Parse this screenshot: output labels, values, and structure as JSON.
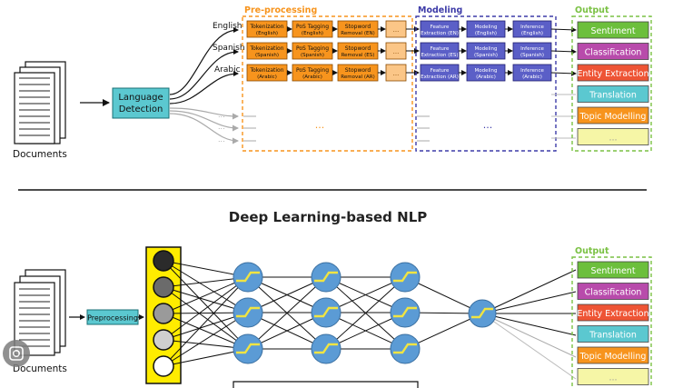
{
  "top": {
    "documents_label": "Documents",
    "language_detection": [
      "Language",
      "Detection"
    ],
    "languages": [
      "English",
      "Spanish",
      "Arabic"
    ],
    "preprocessing_title": "Pre-processing",
    "modeling_title": "Modeling",
    "output_title": "Output",
    "preprocessing_rows": [
      [
        [
          "Tokenization",
          "(English)"
        ],
        [
          "PoS Tagging",
          "(English)"
        ],
        [
          "Stopword",
          "Removal (EN)"
        ],
        [
          "..."
        ]
      ],
      [
        [
          "Tokenization",
          "(Spanish)"
        ],
        [
          "PoS Tagging",
          "(Spanish)"
        ],
        [
          "Stopword",
          "Removal (ES)"
        ],
        [
          "..."
        ]
      ],
      [
        [
          "Tokenization",
          "(Arabic)"
        ],
        [
          "PoS Tagging",
          "(Arabic)"
        ],
        [
          "Stopword",
          "Removal (AR)"
        ],
        [
          "..."
        ]
      ]
    ],
    "modeling_rows": [
      [
        [
          "Feature",
          "Extraction (EN)"
        ],
        [
          "Modeling",
          "(English)"
        ],
        [
          "Inference",
          "(English)"
        ]
      ],
      [
        [
          "Feature",
          "Extraction (ES)"
        ],
        [
          "Modeling",
          "(Spanish)"
        ],
        [
          "Inference",
          "(Spanish)"
        ]
      ],
      [
        [
          "Feature",
          "Extraction (AR)"
        ],
        [
          "Modeling",
          "(Arabic)"
        ],
        [
          "Inference",
          "(Arabic)"
        ]
      ]
    ],
    "preprocessing_more": "...",
    "modeling_more": "...",
    "outputs": [
      "Sentiment",
      "Classification",
      "Entity Extraction",
      "Translation",
      "Topic Modelling",
      "..."
    ]
  },
  "bottom": {
    "title": "Deep Learning-based NLP",
    "documents_label": "Documents",
    "preprocessing_label": "Preprocessing",
    "output_title": "Output",
    "outputs": [
      "Sentiment",
      "Classification",
      "Entity Extraction",
      "Translation",
      "Topic Modelling",
      "..."
    ]
  },
  "colors": {
    "orange": "#f7941d",
    "orange_light": "#fbc687",
    "purple_box": "#5b5fc7",
    "purple_frame": "#3d3ba8",
    "teal": "#5bc8d0",
    "green": "#6cbf3c",
    "magenta": "#b84bab",
    "red": "#ee5435",
    "output_frame": "#7ac143",
    "yellow_column": "#ffec00",
    "neuron_blue": "#5b9bd5",
    "neuron_line": "#f0e442"
  },
  "icons": [
    "documents-stack-icon",
    "neuron-node-icon",
    "lens-search-icon"
  ]
}
